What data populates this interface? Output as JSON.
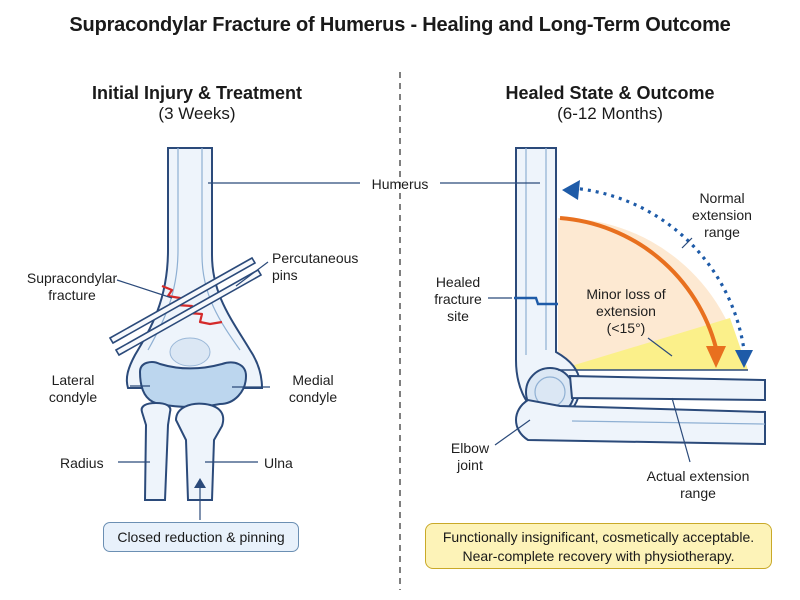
{
  "title": "Supracondylar Fracture of Humerus - Healing and Long-Term Outcome",
  "left_panel": {
    "title": "Initial Injury & Treatment",
    "subtitle": "(3 Weeks)",
    "labels": {
      "supracondylar_line1": "Supracondylar",
      "supracondylar_line2": "fracture",
      "pins_line1": "Percutaneous",
      "pins_line2": "pins",
      "lateral_line1": "Lateral",
      "lateral_line2": "condyle",
      "medial_line1": "Medial",
      "medial_line2": "condyle",
      "radius": "Radius",
      "ulna": "Ulna"
    },
    "treatment_box": "Closed reduction & pinning"
  },
  "shared": {
    "humerus": "Humerus"
  },
  "right_panel": {
    "title": "Healed State & Outcome",
    "subtitle": "(6-12 Months)",
    "labels": {
      "normal_line1": "Normal",
      "normal_line2": "extension",
      "normal_line3": "range",
      "healed_line1": "Healed",
      "healed_line2": "fracture",
      "healed_line3": "site",
      "minor_line1": "Minor loss of",
      "minor_line2": "extension",
      "minor_line3": "(<15°)",
      "elbow_line1": "Elbow",
      "elbow_line2": "joint",
      "actual_line1": "Actual extension",
      "actual_line2": "range"
    },
    "outcome_line1": "Functionally insignificant, cosmetically acceptable.",
    "outcome_line2": "Near-complete recovery with physiotherapy."
  },
  "colors": {
    "bone_outline": "#2b4a7a",
    "bone_fill": "#eef4fb",
    "condyle_fill": "#bcd6ee",
    "fracture": "#d42a2a",
    "arrow_orange": "#e8701f",
    "arrow_blue": "#1e5ba8",
    "wedge_peach": "#fde9d2",
    "wedge_yellow": "#fbf08a"
  }
}
